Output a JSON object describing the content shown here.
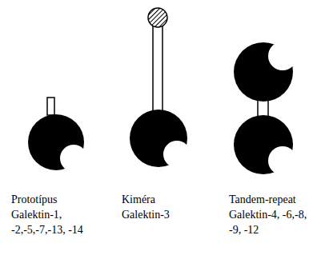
{
  "diagram": {
    "labels": [
      "Prototípus",
      "Galektin-1, -2,-5,-7,-13, -14",
      "Kiméra",
      "Galektin-3",
      "Tandem-repeat",
      "Galektin-4, -6,-8, -9, -12"
    ]
  }
}
